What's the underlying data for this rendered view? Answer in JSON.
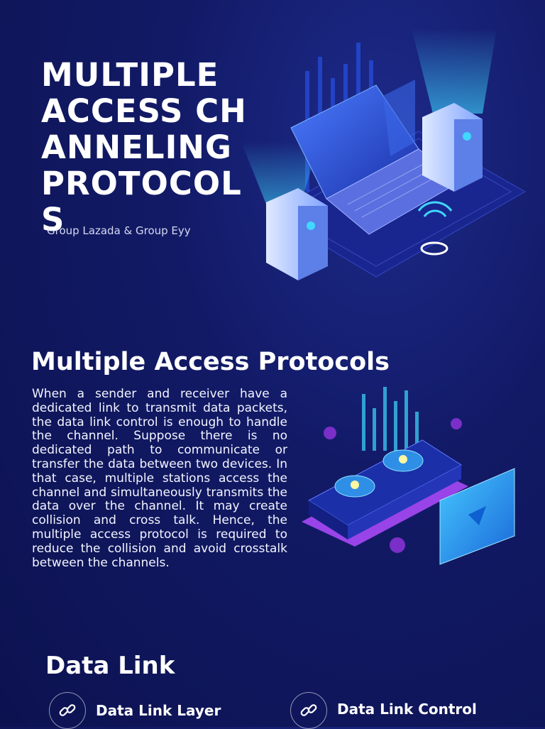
{
  "hero": {
    "title": "MULTIPLE ACCESS CHANNELING PROTOCOLS",
    "subtitle": "Group Lazada & Group Eyy"
  },
  "intro": {
    "heading": "Multiple Access Protocols",
    "body": "When a sender and receiver have a dedicated link to transmit data packets, the data link control is enough to handle the channel. Suppose there is no dedicated path to communicate or transfer the data between two devices. In that case, multiple stations access the channel and simultaneously transmits the data over the channel. It may create collision and cross talk. Hence, the multiple access protocol is required to reduce the collision and avoid crosstalk between the channels."
  },
  "data_link": {
    "heading": "Data Link",
    "items": [
      {
        "label": "Data Link Layer",
        "icon": "link-icon"
      },
      {
        "label": "Data Link Control",
        "icon": "link-icon"
      }
    ]
  },
  "colors": {
    "background": "#121a66",
    "accent_cyan": "#3fd8ff",
    "accent_purple": "#b04cff"
  }
}
